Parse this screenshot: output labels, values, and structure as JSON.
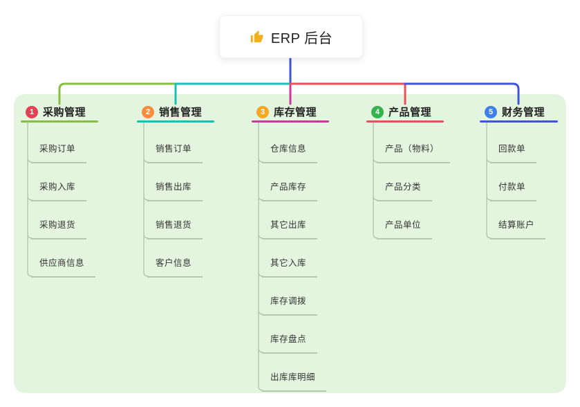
{
  "root": {
    "label": "ERP 后台",
    "icon": "thumbs-up-icon"
  },
  "branches": [
    {
      "num": "1",
      "label": "采购管理",
      "badge_color": "#e74056",
      "line_color": "#86bf3e",
      "children": [
        "采购订单",
        "采购入库",
        "采购退货",
        "供应商信息"
      ]
    },
    {
      "num": "2",
      "label": "销售管理",
      "badge_color": "#f78d3f",
      "line_color": "#17c0b4",
      "children": [
        "销售订单",
        "销售出库",
        "销售退货",
        "客户信息"
      ]
    },
    {
      "num": "3",
      "label": "库存管理",
      "badge_color": "#f7a823",
      "line_color": "#d1359e",
      "children": [
        "仓库信息",
        "产品库存",
        "其它出库",
        "其它入库",
        "库存调拨",
        "库存盘点",
        "出库库明细"
      ]
    },
    {
      "num": "4",
      "label": "产品管理",
      "badge_color": "#38b24c",
      "line_color": "#e8505b",
      "children": [
        "产品（物料）",
        "产品分类",
        "产品单位"
      ]
    },
    {
      "num": "5",
      "label": "财务管理",
      "badge_color": "#3e7fe8",
      "line_color": "#3f55d9",
      "children": [
        "回款单",
        "付款单",
        "结算账户"
      ]
    }
  ],
  "colors": {
    "canvas_bg": "#e4f5df",
    "child_line": "#b5c9b2",
    "child_text": "#333333",
    "root_line": "#3f55d9",
    "icon_gold": "#f2b01e",
    "label_text": "#1f1f1f"
  }
}
